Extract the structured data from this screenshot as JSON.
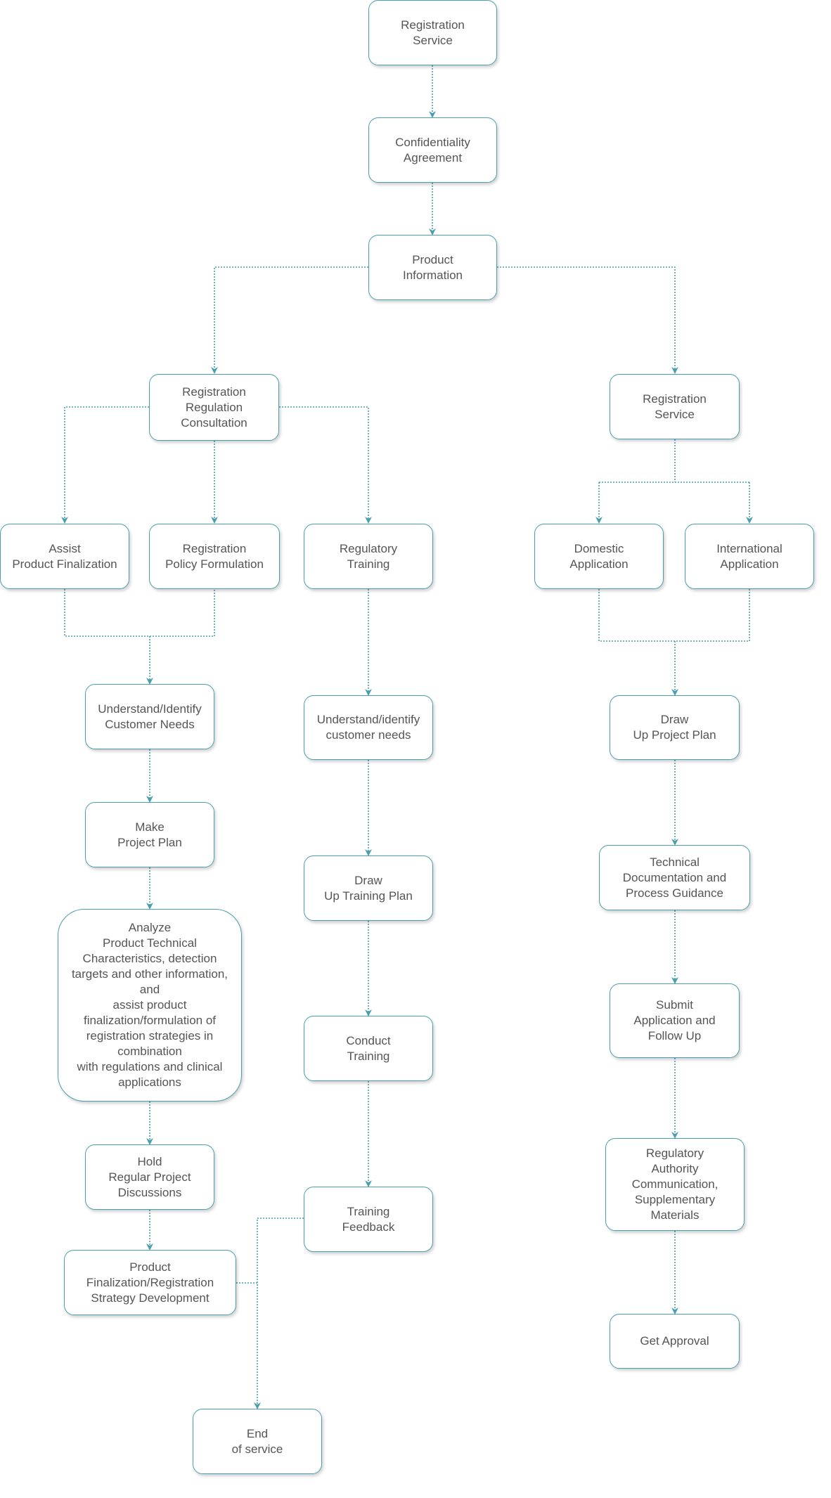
{
  "nodes": {
    "registration_service_top": "Registration\nService",
    "confidentiality_agreement": "Confidentiality\nAgreement",
    "product_information": "Product\nInformation",
    "registration_regulation_consultation": "Registration\nRegulation\nConsultation",
    "registration_service_right": "Registration\nService",
    "assist_product_finalization": "Assist\nProduct Finalization",
    "registration_policy_formulation": "Registration\nPolicy Formulation",
    "regulatory_training": "Regulatory\nTraining",
    "domestic_application": "Domestic\nApplication",
    "international_application": "International\nApplication",
    "understand_identify_customer_needs": "Understand/Identify\nCustomer Needs",
    "understand_identify_customer_needs_training": "Understand/identify\ncustomer needs",
    "draw_up_project_plan": "Draw\nUp Project Plan",
    "make_project_plan": "Make\nProject Plan",
    "draw_up_training_plan": "Draw\nUp Training Plan",
    "technical_documentation": "Technical\nDocumentation and\nProcess Guidance",
    "analyze_product": "Analyze\nProduct Technical\nCharacteristics, detection\ntargets and other information,\nand\nassist product\nfinalization/formulation of\nregistration strategies in\ncombination\nwith regulations and clinical\napplications",
    "conduct_training": "Conduct\nTraining",
    "submit_application": "Submit\nApplication and\nFollow Up",
    "hold_regular_discussions": "Hold\nRegular Project\nDiscussions",
    "training_feedback": "Training\nFeedback",
    "regulatory_authority_communication": "Regulatory\nAuthority\nCommunication,\nSupplementary\nMaterials",
    "product_finalization_strategy": "Product\nFinalization/Registration\nStrategy Development",
    "get_approval": "Get Approval",
    "end_of_service": "End\nof service"
  },
  "colors": {
    "border": "#4a9fae",
    "text": "#555555",
    "connector": "#4a9fae"
  }
}
